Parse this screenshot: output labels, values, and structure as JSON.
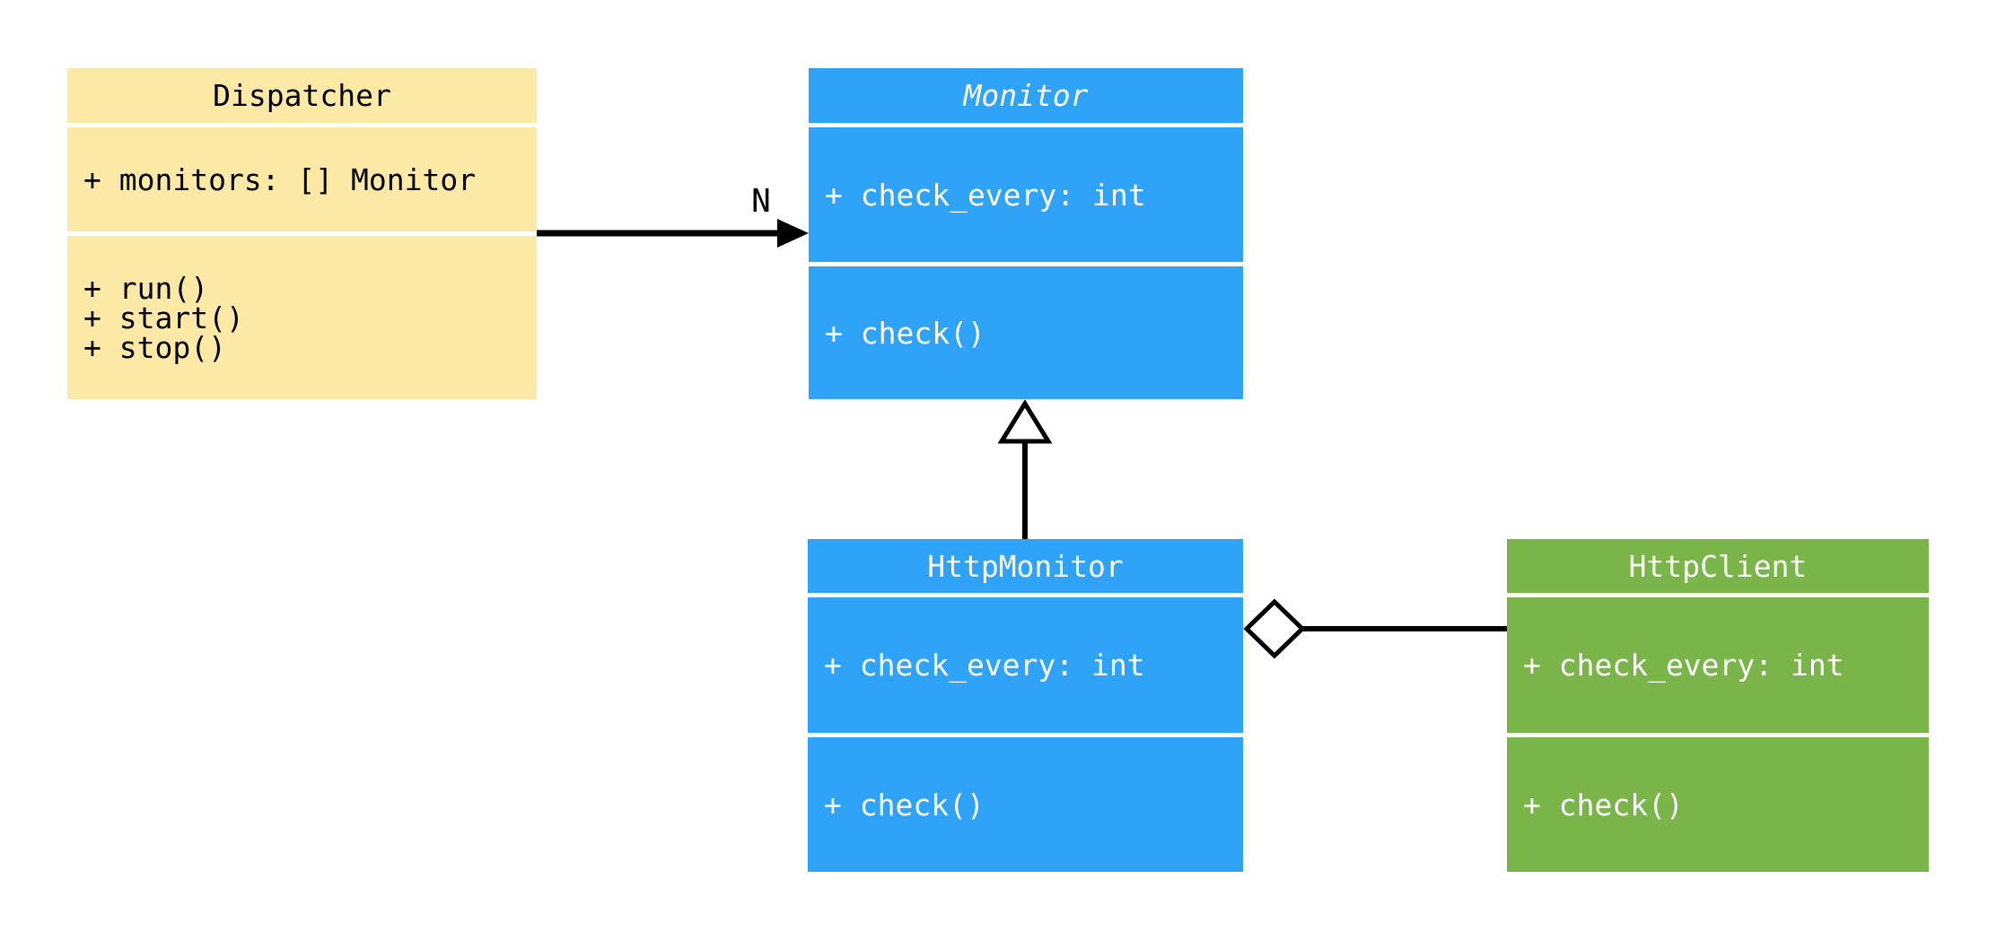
{
  "diagram": {
    "kind": "uml-class-diagram",
    "background_color": "#FFFFFF",
    "line_color": "#000000",
    "classes": [
      {
        "id": "dispatcher",
        "name": "Dispatcher",
        "abstract": false,
        "fill_color": "#FCE9A6",
        "text_color": "#000000",
        "attributes": [
          "+ monitors: [] Monitor"
        ],
        "methods": [
          "+ run()",
          "+ start()",
          "+ stop()"
        ]
      },
      {
        "id": "monitor",
        "name": "Monitor",
        "abstract": true,
        "fill_color": "#2FA3F8",
        "text_color": "#FFFFFF",
        "attributes": [
          "+ check_every: int"
        ],
        "methods": [
          "+ check()"
        ]
      },
      {
        "id": "http-monitor",
        "name": "HttpMonitor",
        "abstract": false,
        "fill_color": "#2FA3F8",
        "text_color": "#FFFFFF",
        "attributes": [
          "+ check_every: int"
        ],
        "methods": [
          "+ check()"
        ]
      },
      {
        "id": "http-client",
        "name": "HttpClient",
        "abstract": false,
        "fill_color": "#7AB54A",
        "text_color": "#FFFFFF",
        "attributes": [
          "+ check_every: int"
        ],
        "methods": [
          "+ check()"
        ]
      }
    ],
    "relationships": [
      {
        "type": "association",
        "from": "Dispatcher",
        "to": "Monitor",
        "label": "N"
      },
      {
        "type": "inheritance",
        "from": "HttpMonitor",
        "to": "Monitor",
        "label": ""
      },
      {
        "type": "aggregation",
        "from": "HttpMonitor",
        "to": "HttpClient",
        "label": ""
      }
    ]
  }
}
